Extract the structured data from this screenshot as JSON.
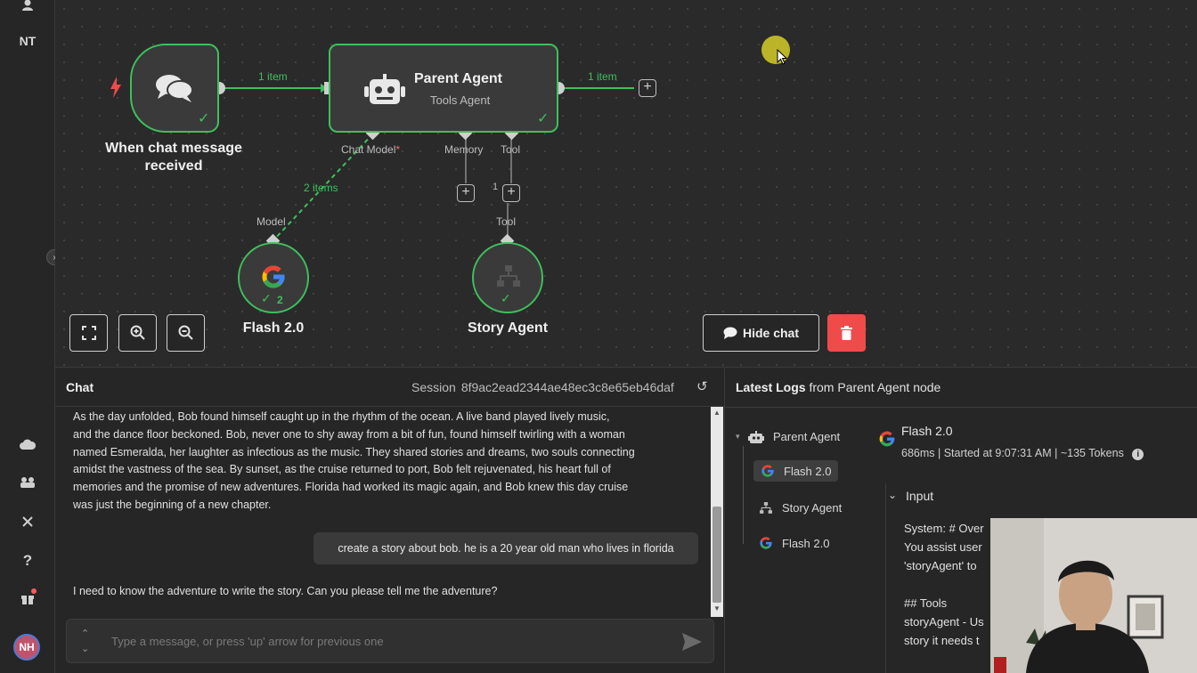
{
  "sidebar": {
    "workspace_initials": "NT",
    "avatar_initials": "NH"
  },
  "canvas": {
    "trigger": {
      "label": "When chat message received",
      "label_line1": "When chat message",
      "label_line2": "received"
    },
    "agent": {
      "title": "Parent Agent",
      "subtitle": "Tools Agent"
    },
    "edges": {
      "in_count": "1 item",
      "out_count": "1 item",
      "model_count": "2 items",
      "tool_count": "1"
    },
    "ports": {
      "chat_model": "Chat Model",
      "chat_model_required": "*",
      "memory": "Memory",
      "tool": "Tool"
    },
    "flash": {
      "port": "Model",
      "label": "Flash 2.0",
      "badge": "2"
    },
    "story": {
      "port": "Tool",
      "label": "Story Agent"
    },
    "hide_chat_label": "Hide chat"
  },
  "chat": {
    "title": "Chat",
    "session_label": "Session",
    "session_id": "8f9ac2ead2344ae48ec3c8e65eb46daf",
    "bot_message_1": [
      "As the day unfolded, Bob found himself caught up in the rhythm of the ocean. A live band played lively music,",
      "and the dance floor beckoned. Bob, never one to shy away from a bit of fun, found himself twirling with a woman",
      "named Esmeralda, her laughter as infectious as the music. They shared stories and dreams, two souls connecting",
      "amidst the vastness of the sea. By sunset, as the cruise returned to port, Bob felt rejuvenated, his heart full of",
      "memories and the promise of new adventures. Florida had worked its magic again, and Bob knew this day cruise",
      "was just the beginning of a new chapter."
    ],
    "user_message": "create a story about bob. he is a 20 year old man who lives in florida",
    "bot_message_2": "I need to know the adventure to write the story. Can you please tell me the adventure?",
    "input_placeholder": "Type a message, or press 'up' arrow for previous one"
  },
  "logs": {
    "header_prefix": "Latest Logs",
    "header_suffix": "from Parent Agent node",
    "tree": [
      {
        "label": "Parent Agent",
        "icon": "robot-icon"
      },
      {
        "label": "Flash 2.0",
        "icon": "google-icon",
        "selected": true
      },
      {
        "label": "Story Agent",
        "icon": "network-icon"
      },
      {
        "label": "Flash 2.0",
        "icon": "google-icon"
      }
    ],
    "detail": {
      "title": "Flash 2.0",
      "meta": "686ms | Started at 9:07:31 AM | ~135 Tokens"
    },
    "input_title": "Input",
    "input_lines": "System: # Over\nYou assist user\n'storyAgent' to\n\n## Tools\nstoryAgent - Us\nstory it needs t"
  },
  "colors": {
    "success": "#3fbf5c",
    "danger": "#ef4b4b",
    "google_blue": "#4285F4",
    "google_red": "#EA4335",
    "google_yellow": "#FBBC05",
    "google_green": "#34A853"
  }
}
